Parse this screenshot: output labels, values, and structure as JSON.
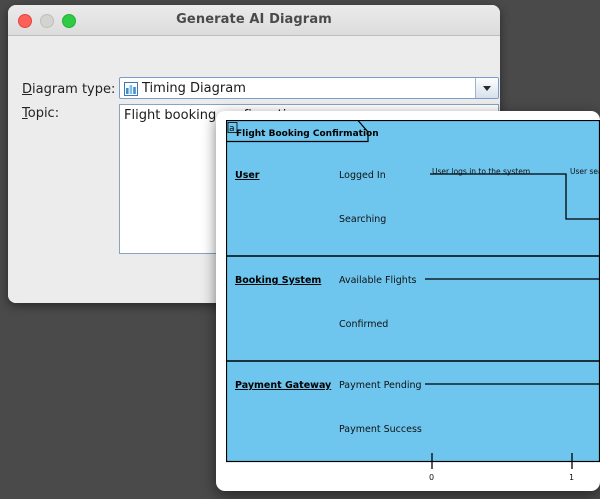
{
  "dialog": {
    "title": "Generate AI Diagram",
    "traffic_lights": [
      {
        "name": "close",
        "color": "#fc6058"
      },
      {
        "name": "minimize",
        "color": "#d3d3d0"
      },
      {
        "name": "maximize",
        "color": "#2ecb43"
      }
    ],
    "fields": {
      "diagram_type": {
        "label_prefix": "D",
        "label_rest": "iagram type:",
        "value": "Timing Diagram",
        "icon": "timing-diagram-icon",
        "dropdown_icon": "chevron-down-icon"
      },
      "topic": {
        "label_prefix": "T",
        "label_rest": "opic:",
        "value": "Flight booking confirmation",
        "placeholder": ""
      }
    }
  },
  "diagram": {
    "tab_label": "Flight Booking Confirmation",
    "tab_badge": "a",
    "background_color": "#6ec6ef",
    "border_color": "#000000",
    "lifelines": [
      {
        "name": "User",
        "states": [
          "Logged In",
          "Searching"
        ],
        "annotations": [
          "User logs in to the system",
          "User sea"
        ]
      },
      {
        "name": "Booking System",
        "states": [
          "Available Flights",
          "Confirmed"
        ],
        "annotations": []
      },
      {
        "name": "Payment Gateway",
        "states": [
          "Payment Pending",
          "Payment Success"
        ],
        "annotations": []
      }
    ],
    "axis": {
      "ticks": [
        "0",
        "1"
      ],
      "tick_positions": [
        206,
        346
      ]
    }
  }
}
